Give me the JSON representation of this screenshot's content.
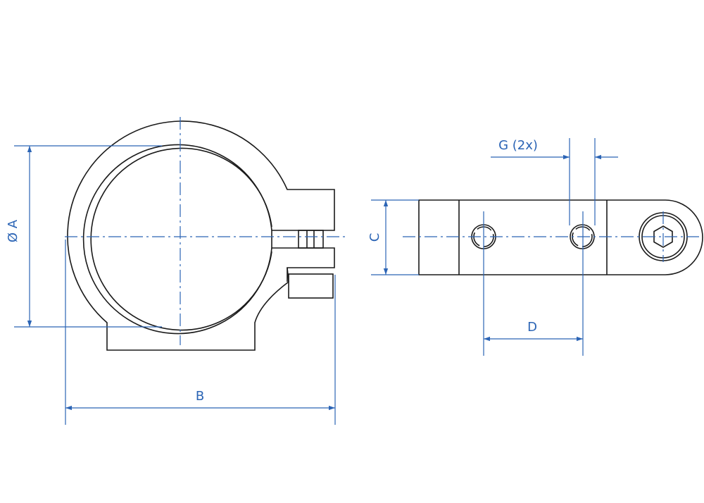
{
  "colors": {
    "outline": "#1a1a1a",
    "center_line": "#2b64b5",
    "dimension": "#2b64b5",
    "body_fill": "#ffffff"
  },
  "labels": {
    "diameter_a": "Ø A",
    "width_b": "B",
    "height_c": "C",
    "spacing_d": "D",
    "thread_g": "G (2x)"
  },
  "views": {
    "front": "clamp-front-view",
    "side": "clamp-side-view"
  },
  "icons": {
    "bolt_head": "hex-socket-bolt-icon"
  }
}
